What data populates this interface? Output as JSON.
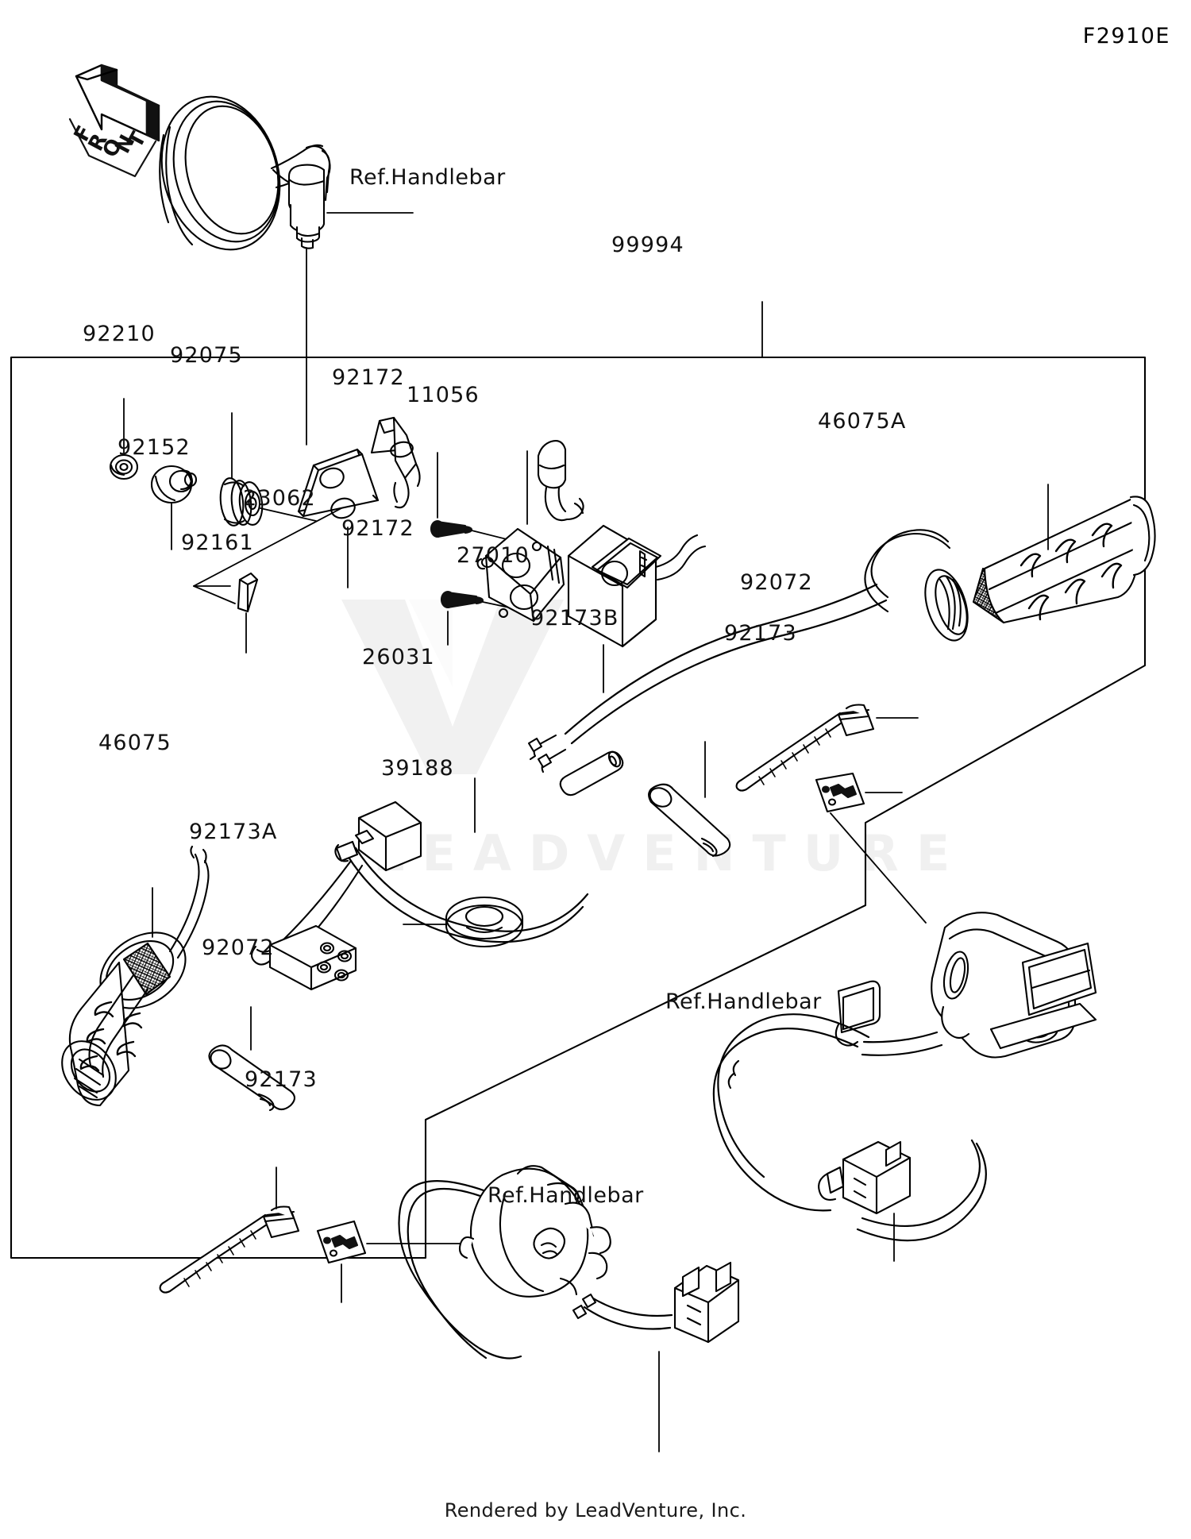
{
  "diagram": {
    "sheet_code": "F2910E",
    "footer": "Rendered by LeadVenture, Inc.",
    "watermark_brand": "LEADVENTURE",
    "watermark_mark": "V",
    "front_arrow_label": "FRONT",
    "assembly_label": "99994"
  },
  "callouts": [
    {
      "id": "ref-handlebar-mirror",
      "text": "Ref.Handlebar",
      "part": "mirror-assembly"
    },
    {
      "id": "part-99994",
      "text": "99994",
      "part": "accessory-kit-boundary"
    },
    {
      "id": "part-92210",
      "text": "92210",
      "part": "washer"
    },
    {
      "id": "part-92075",
      "text": "92075",
      "part": "damper"
    },
    {
      "id": "part-92152",
      "text": "92152",
      "part": "collar"
    },
    {
      "id": "part-92172-a",
      "text": "92172",
      "part": "screw-upper"
    },
    {
      "id": "part-11056",
      "text": "11056",
      "part": "bracket"
    },
    {
      "id": "part-46075A",
      "text": "46075A",
      "part": "grip-throttle-heated"
    },
    {
      "id": "part-23062",
      "text": "23062",
      "part": "bracket-plate"
    },
    {
      "id": "part-92161",
      "text": "92161",
      "part": "damper-block"
    },
    {
      "id": "part-92172-b",
      "text": "92172",
      "part": "screw-lower"
    },
    {
      "id": "part-27010",
      "text": "27010",
      "part": "switch"
    },
    {
      "id": "part-92072-a",
      "text": "92072",
      "part": "band-upper"
    },
    {
      "id": "part-92173B",
      "text": "92173B",
      "part": "clamp-b"
    },
    {
      "id": "part-92173-a",
      "text": "92173",
      "part": "clamp-upper"
    },
    {
      "id": "part-26031",
      "text": "26031",
      "part": "harness"
    },
    {
      "id": "part-46075",
      "text": "46075",
      "part": "grip-left-heated"
    },
    {
      "id": "part-39188",
      "text": "39188",
      "part": "tape"
    },
    {
      "id": "part-92173A",
      "text": "92173A",
      "part": "clamp-a"
    },
    {
      "id": "part-92072-b",
      "text": "92072",
      "part": "band-lower"
    },
    {
      "id": "part-92173-b",
      "text": "92173",
      "part": "clamp-lower"
    },
    {
      "id": "ref-handlebar-right",
      "text": "Ref.Handlebar",
      "part": "switch-right"
    },
    {
      "id": "ref-handlebar-bottom",
      "text": "Ref.Handlebar",
      "part": "switch-bottom"
    }
  ]
}
